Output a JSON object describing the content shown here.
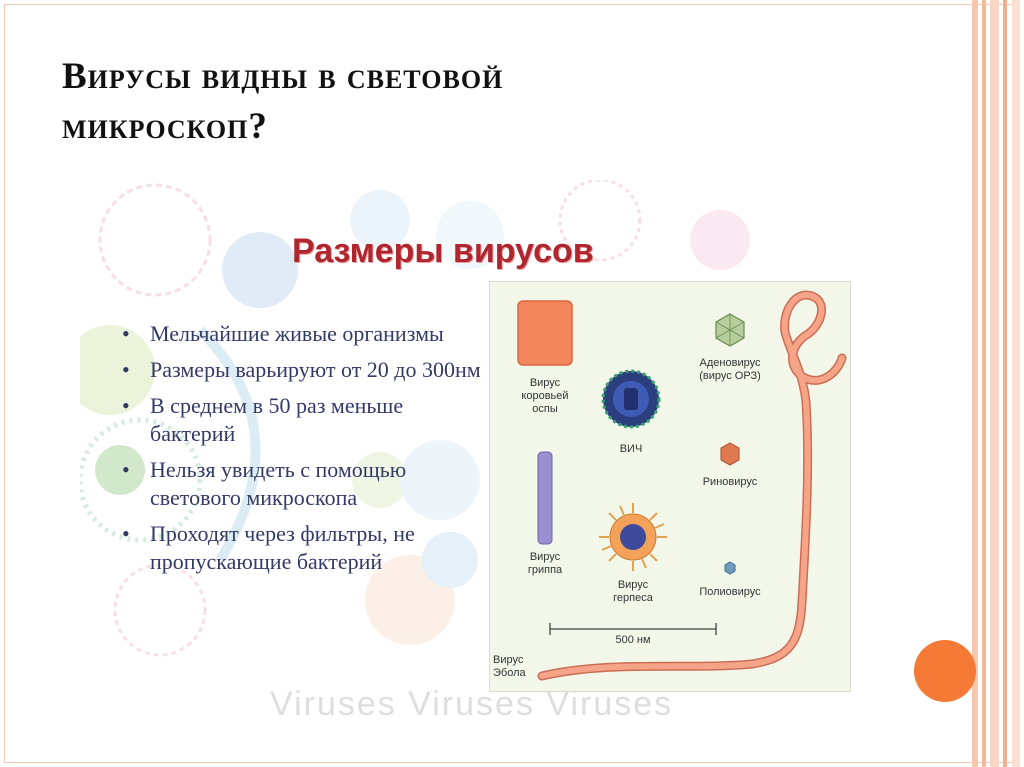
{
  "slide": {
    "title_line1": "Вирусы видны в световой",
    "title_line2": "микроскоп?"
  },
  "picture": {
    "heading": "Размеры вирусов",
    "bullets": [
      "Мельчайшие живые организмы",
      "Размеры варьируют от 20 до 300нм",
      "В среднем в 50 раз меньше бактерий",
      "Нельзя увидеть с помощью светового микроскопа",
      "Проходят через фильтры, не пропускающие бактерий"
    ],
    "watermark": "Viruses Viruses Viruses"
  },
  "diagram": {
    "smallpox": [
      "Вирус",
      "коровьей",
      "оспы"
    ],
    "hiv": "ВИЧ",
    "adenovirus": [
      "Аденовирус",
      "(вирус ОРЗ)"
    ],
    "rhinovirus": "Риновирус",
    "influenza": [
      "Вирус",
      "гриппа"
    ],
    "herpes": [
      "Вирус",
      "герпеса"
    ],
    "poliovirus": "Полиовирус",
    "scale": "500 нм",
    "ebola": [
      "Вирус",
      "Эбола"
    ]
  },
  "colors": {
    "accent": "#f47a35",
    "heading": "#b0262f",
    "bullet_text": "#333a66",
    "ebola": "#f0967a"
  }
}
